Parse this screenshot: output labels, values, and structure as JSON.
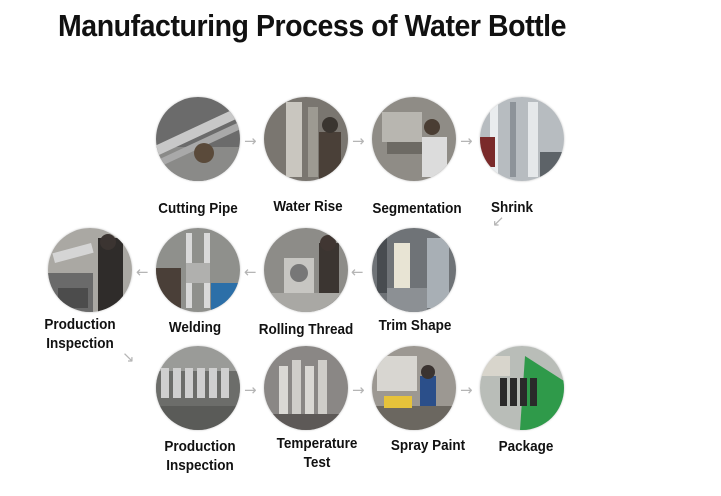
{
  "title": "Manufacturing Process of Water Bottle",
  "steps": [
    {
      "label": "Cutting Pipe"
    },
    {
      "label": "Water Rise"
    },
    {
      "label": "Segmentation"
    },
    {
      "label": "Shrink"
    },
    {
      "label": "Trim Shape"
    },
    {
      "label": "Rolling Thread"
    },
    {
      "label": "Welding"
    },
    {
      "label": "Production Inspection"
    },
    {
      "label": "Production Inspection"
    },
    {
      "label": "Temperature Test"
    },
    {
      "label": "Spray Paint"
    },
    {
      "label": "Package"
    }
  ],
  "icons": {
    "arrow_right": "→",
    "arrow_left": "←",
    "arrow_down_left": "↙",
    "arrow_down_right": "↘"
  }
}
